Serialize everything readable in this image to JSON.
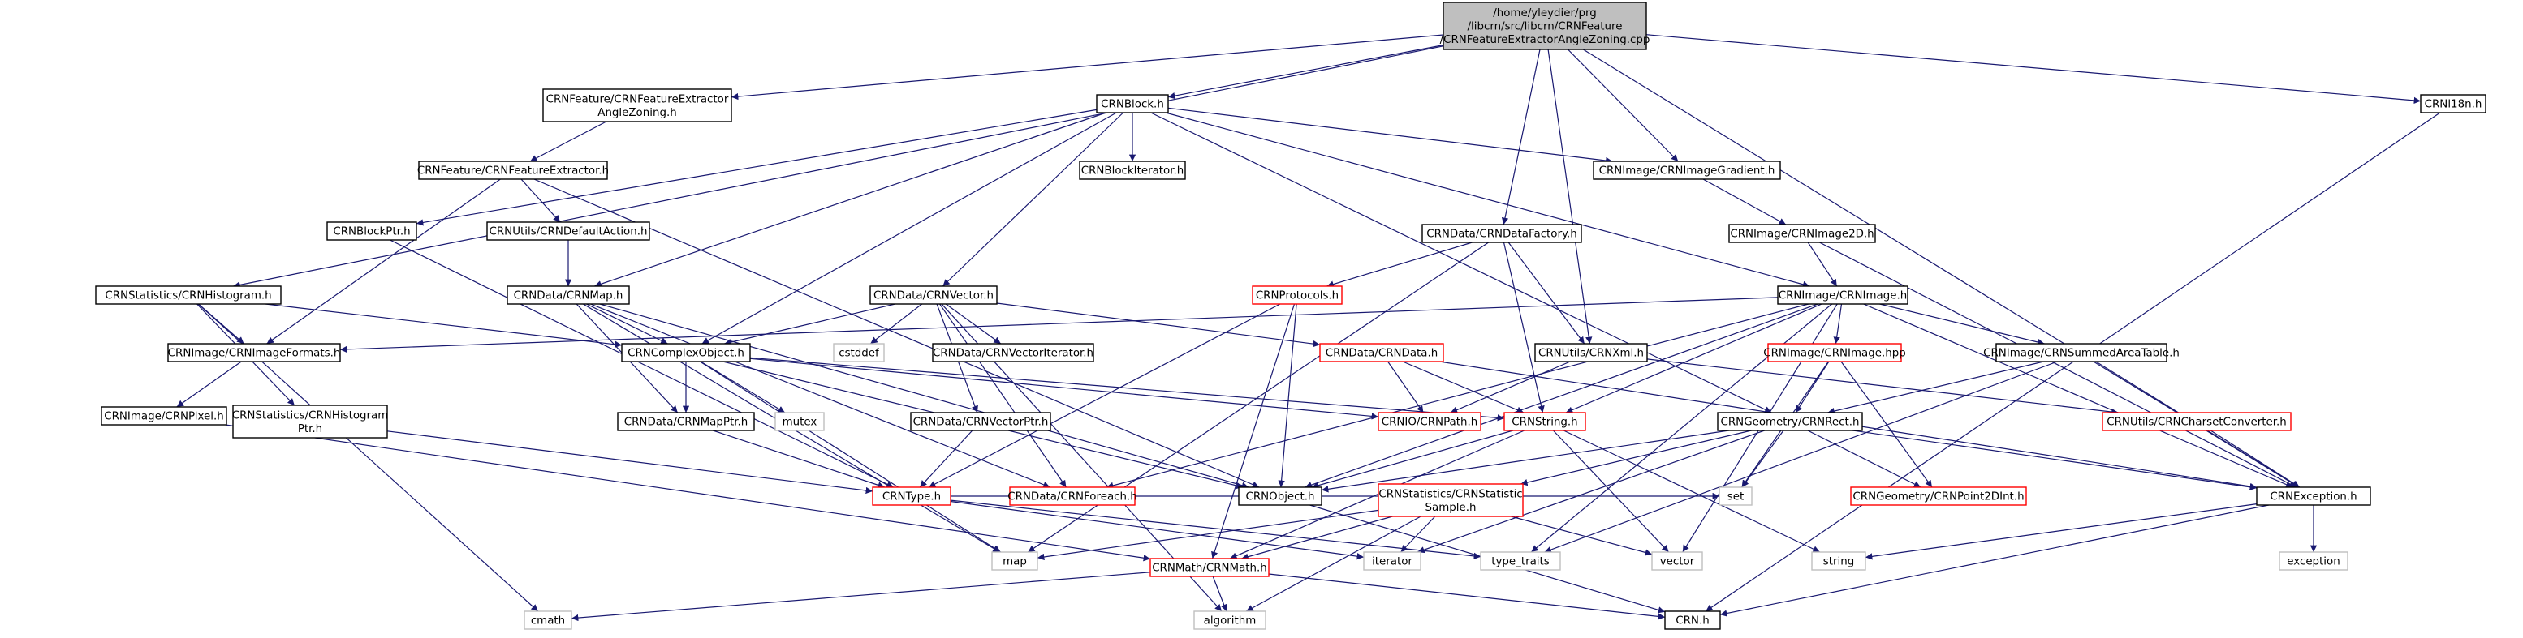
{
  "colors": {
    "edge": "#191970",
    "border_default": "#000000",
    "border_incomplete": "#ff0000",
    "border_external": "#bfbfbf",
    "fill_root": "#bfbfbf",
    "fill_default": "#ffffff",
    "text": "#000000"
  },
  "nodes": [
    {
      "id": "root",
      "lines": [
        "/home/yleydier/prg",
        "/libcrn/src/libcrn/CRNFeature",
        "/CRNFeatureExtractorAngleZoning.cpp"
      ],
      "kind": "root",
      "interactable": false
    },
    {
      "id": "featAngleH",
      "lines": [
        "CRNFeature/CRNFeatureExtractor",
        "AngleZoning.h"
      ],
      "kind": "default",
      "interactable": true
    },
    {
      "id": "block",
      "lines": [
        "CRNBlock.h"
      ],
      "kind": "default",
      "interactable": true
    },
    {
      "id": "i18n",
      "lines": [
        "CRNi18n.h"
      ],
      "kind": "default",
      "interactable": true
    },
    {
      "id": "featExtr",
      "lines": [
        "CRNFeature/CRNFeatureExtractor.h"
      ],
      "kind": "default",
      "interactable": true
    },
    {
      "id": "blockIter",
      "lines": [
        "CRNBlockIterator.h"
      ],
      "kind": "default",
      "interactable": true
    },
    {
      "id": "imgGrad",
      "lines": [
        "CRNImage/CRNImageGradient.h"
      ],
      "kind": "default",
      "interactable": true
    },
    {
      "id": "blockPtr",
      "lines": [
        "CRNBlockPtr.h"
      ],
      "kind": "default",
      "interactable": true
    },
    {
      "id": "defAct",
      "lines": [
        "CRNUtils/CRNDefaultAction.h"
      ],
      "kind": "default",
      "interactable": true
    },
    {
      "id": "dataFact",
      "lines": [
        "CRNData/CRNDataFactory.h"
      ],
      "kind": "default",
      "interactable": true
    },
    {
      "id": "img2D",
      "lines": [
        "CRNImage/CRNImage2D.h"
      ],
      "kind": "default",
      "interactable": true
    },
    {
      "id": "histo",
      "lines": [
        "CRNStatistics/CRNHistogram.h"
      ],
      "kind": "default",
      "interactable": true
    },
    {
      "id": "dataMap",
      "lines": [
        "CRNData/CRNMap.h"
      ],
      "kind": "default",
      "interactable": true
    },
    {
      "id": "dataVec",
      "lines": [
        "CRNData/CRNVector.h"
      ],
      "kind": "default",
      "interactable": true
    },
    {
      "id": "protocols",
      "lines": [
        "CRNProtocols.h"
      ],
      "kind": "incomplete",
      "interactable": true
    },
    {
      "id": "image",
      "lines": [
        "CRNImage/CRNImage.h"
      ],
      "kind": "default",
      "interactable": true
    },
    {
      "id": "imgFormats",
      "lines": [
        "CRNImage/CRNImageFormats.h"
      ],
      "kind": "default",
      "interactable": true
    },
    {
      "id": "complexObj",
      "lines": [
        "CRNComplexObject.h"
      ],
      "kind": "default",
      "interactable": true
    },
    {
      "id": "cstddef",
      "lines": [
        "cstddef"
      ],
      "kind": "external",
      "interactable": false
    },
    {
      "id": "vecIter",
      "lines": [
        "CRNData/CRNVectorIterator.h"
      ],
      "kind": "default",
      "interactable": true
    },
    {
      "id": "dataData",
      "lines": [
        "CRNData/CRNData.h"
      ],
      "kind": "incomplete",
      "interactable": true
    },
    {
      "id": "xml",
      "lines": [
        "CRNUtils/CRNXml.h"
      ],
      "kind": "default",
      "interactable": true
    },
    {
      "id": "imgHpp",
      "lines": [
        "CRNImage/CRNImage.hpp"
      ],
      "kind": "incomplete",
      "interactable": true
    },
    {
      "id": "sat",
      "lines": [
        "CRNImage/CRNSummedAreaTable.h"
      ],
      "kind": "default",
      "interactable": true
    },
    {
      "id": "imgPixel",
      "lines": [
        "CRNImage/CRNPixel.h"
      ],
      "kind": "default",
      "interactable": true
    },
    {
      "id": "histoPtr",
      "lines": [
        "CRNStatistics/CRNHistogram",
        "Ptr.h"
      ],
      "kind": "default",
      "interactable": true
    },
    {
      "id": "mapPtr",
      "lines": [
        "CRNData/CRNMapPtr.h"
      ],
      "kind": "default",
      "interactable": true
    },
    {
      "id": "mutex",
      "lines": [
        "mutex"
      ],
      "kind": "external",
      "interactable": false
    },
    {
      "id": "vecPtr",
      "lines": [
        "CRNData/CRNVectorPtr.h"
      ],
      "kind": "default",
      "interactable": true
    },
    {
      "id": "ioPath",
      "lines": [
        "CRNIO/CRNPath.h"
      ],
      "kind": "incomplete",
      "interactable": true
    },
    {
      "id": "string",
      "lines": [
        "CRNString.h"
      ],
      "kind": "incomplete",
      "interactable": true
    },
    {
      "id": "rect",
      "lines": [
        "CRNGeometry/CRNRect.h"
      ],
      "kind": "default",
      "interactable": true
    },
    {
      "id": "charset",
      "lines": [
        "CRNUtils/CRNCharsetConverter.h"
      ],
      "kind": "incomplete",
      "interactable": true
    },
    {
      "id": "type",
      "lines": [
        "CRNType.h"
      ],
      "kind": "incomplete",
      "interactable": true
    },
    {
      "id": "foreach",
      "lines": [
        "CRNData/CRNForeach.h"
      ],
      "kind": "incomplete",
      "interactable": true
    },
    {
      "id": "object",
      "lines": [
        "CRNObject.h"
      ],
      "kind": "default",
      "interactable": true
    },
    {
      "id": "statSample",
      "lines": [
        "CRNStatistics/CRNStatistic",
        "Sample.h"
      ],
      "kind": "incomplete",
      "interactable": true
    },
    {
      "id": "set",
      "lines": [
        "set"
      ],
      "kind": "external",
      "interactable": false
    },
    {
      "id": "point2d",
      "lines": [
        "CRNGeometry/CRNPoint2DInt.h"
      ],
      "kind": "incomplete",
      "interactable": true
    },
    {
      "id": "exception",
      "lines": [
        "CRNException.h"
      ],
      "kind": "default",
      "interactable": true
    },
    {
      "id": "map",
      "lines": [
        "map"
      ],
      "kind": "external",
      "interactable": false
    },
    {
      "id": "mathMath",
      "lines": [
        "CRNMath/CRNMath.h"
      ],
      "kind": "incomplete",
      "interactable": true
    },
    {
      "id": "iterator",
      "lines": [
        "iterator"
      ],
      "kind": "external",
      "interactable": false
    },
    {
      "id": "typeTraits",
      "lines": [
        "type_traits"
      ],
      "kind": "external",
      "interactable": false
    },
    {
      "id": "vector",
      "lines": [
        "vector"
      ],
      "kind": "external",
      "interactable": false
    },
    {
      "id": "stdstring",
      "lines": [
        "string"
      ],
      "kind": "external",
      "interactable": false
    },
    {
      "id": "stdexception",
      "lines": [
        "exception"
      ],
      "kind": "external",
      "interactable": false
    },
    {
      "id": "cmath",
      "lines": [
        "cmath"
      ],
      "kind": "external",
      "interactable": false
    },
    {
      "id": "algorithm",
      "lines": [
        "algorithm"
      ],
      "kind": "external",
      "interactable": false
    },
    {
      "id": "crn",
      "lines": [
        "CRN.h"
      ],
      "kind": "default",
      "interactable": true
    }
  ],
  "edges": [
    [
      "root",
      "featAngleH"
    ],
    [
      "root",
      "block"
    ],
    [
      "root",
      "dataFact"
    ],
    [
      "root",
      "xml"
    ],
    [
      "root",
      "imgGrad"
    ],
    [
      "root",
      "i18n"
    ],
    [
      "root",
      "exception"
    ],
    [
      "root",
      "histo"
    ],
    [
      "featAngleH",
      "featExtr"
    ],
    [
      "featExtr",
      "imgFormats"
    ],
    [
      "featExtr",
      "defAct"
    ],
    [
      "featExtr",
      "object"
    ],
    [
      "block",
      "blockPtr"
    ],
    [
      "block",
      "blockIter"
    ],
    [
      "block",
      "dataMap"
    ],
    [
      "block",
      "complexObj"
    ],
    [
      "block",
      "dataVec"
    ],
    [
      "block",
      "imgGrad"
    ],
    [
      "block",
      "image"
    ],
    [
      "block",
      "rect"
    ],
    [
      "blockPtr",
      "type"
    ],
    [
      "defAct",
      "dataMap"
    ],
    [
      "dataMap",
      "complexObj"
    ],
    [
      "dataMap",
      "mapPtr"
    ],
    [
      "dataMap",
      "object"
    ],
    [
      "dataMap",
      "foreach"
    ],
    [
      "dataMap",
      "map"
    ],
    [
      "dataVec",
      "complexObj"
    ],
    [
      "dataVec",
      "cstddef"
    ],
    [
      "dataVec",
      "vecIter"
    ],
    [
      "dataVec",
      "dataData"
    ],
    [
      "dataVec",
      "vecPtr"
    ],
    [
      "dataVec",
      "foreach"
    ],
    [
      "dataVec",
      "algorithm"
    ],
    [
      "histo",
      "imgFormats"
    ],
    [
      "histo",
      "histoPtr"
    ],
    [
      "histo",
      "complexObj"
    ],
    [
      "histo",
      "cmath"
    ],
    [
      "imgFormats",
      "imgPixel"
    ],
    [
      "imgPixel",
      "mathMath"
    ],
    [
      "histoPtr",
      "type"
    ],
    [
      "complexObj",
      "mapPtr"
    ],
    [
      "complexObj",
      "mutex"
    ],
    [
      "complexObj",
      "ioPath"
    ],
    [
      "complexObj",
      "object"
    ],
    [
      "complexObj",
      "string"
    ],
    [
      "complexObj",
      "map"
    ],
    [
      "mapPtr",
      "type"
    ],
    [
      "vecPtr",
      "type"
    ],
    [
      "dataFact",
      "protocols"
    ],
    [
      "dataFact",
      "xml"
    ],
    [
      "dataFact",
      "string"
    ],
    [
      "dataFact",
      "map"
    ],
    [
      "protocols",
      "object"
    ],
    [
      "protocols",
      "type"
    ],
    [
      "protocols",
      "mathMath"
    ],
    [
      "dataData",
      "ioPath"
    ],
    [
      "dataData",
      "string"
    ],
    [
      "dataData",
      "exception"
    ],
    [
      "xml",
      "ioPath"
    ],
    [
      "xml",
      "charset"
    ],
    [
      "imgGrad",
      "img2D"
    ],
    [
      "img2D",
      "image"
    ],
    [
      "img2D",
      "exception"
    ],
    [
      "image",
      "imgFormats"
    ],
    [
      "image",
      "imgHpp"
    ],
    [
      "image",
      "sat"
    ],
    [
      "image",
      "string"
    ],
    [
      "image",
      "object"
    ],
    [
      "image",
      "exception"
    ],
    [
      "image",
      "typeTraits"
    ],
    [
      "image",
      "vector"
    ],
    [
      "image",
      "foreach"
    ],
    [
      "imgHpp",
      "rect"
    ],
    [
      "imgHpp",
      "point2d"
    ],
    [
      "imgHpp",
      "set"
    ],
    [
      "sat",
      "rect"
    ],
    [
      "sat",
      "exception"
    ],
    [
      "sat",
      "typeTraits"
    ],
    [
      "string",
      "object"
    ],
    [
      "string",
      "stdstring"
    ],
    [
      "string",
      "vector"
    ],
    [
      "string",
      "mathMath"
    ],
    [
      "rect",
      "object"
    ],
    [
      "rect",
      "statSample"
    ],
    [
      "rect",
      "set"
    ],
    [
      "rect",
      "point2d"
    ],
    [
      "rect",
      "exception"
    ],
    [
      "rect",
      "iterator"
    ],
    [
      "statSample",
      "mathMath"
    ],
    [
      "statSample",
      "iterator"
    ],
    [
      "statSample",
      "vector"
    ],
    [
      "statSample",
      "algorithm"
    ],
    [
      "statSample",
      "map"
    ],
    [
      "charset",
      "exception"
    ],
    [
      "exception",
      "stdstring"
    ],
    [
      "exception",
      "stdexception"
    ],
    [
      "exception",
      "crn"
    ],
    [
      "type",
      "typeTraits"
    ],
    [
      "type",
      "set"
    ],
    [
      "type",
      "iterator"
    ],
    [
      "object",
      "crn"
    ],
    [
      "mathMath",
      "cmath"
    ],
    [
      "mathMath",
      "algorithm"
    ],
    [
      "mathMath",
      "crn"
    ],
    [
      "i18n",
      "crn"
    ]
  ]
}
